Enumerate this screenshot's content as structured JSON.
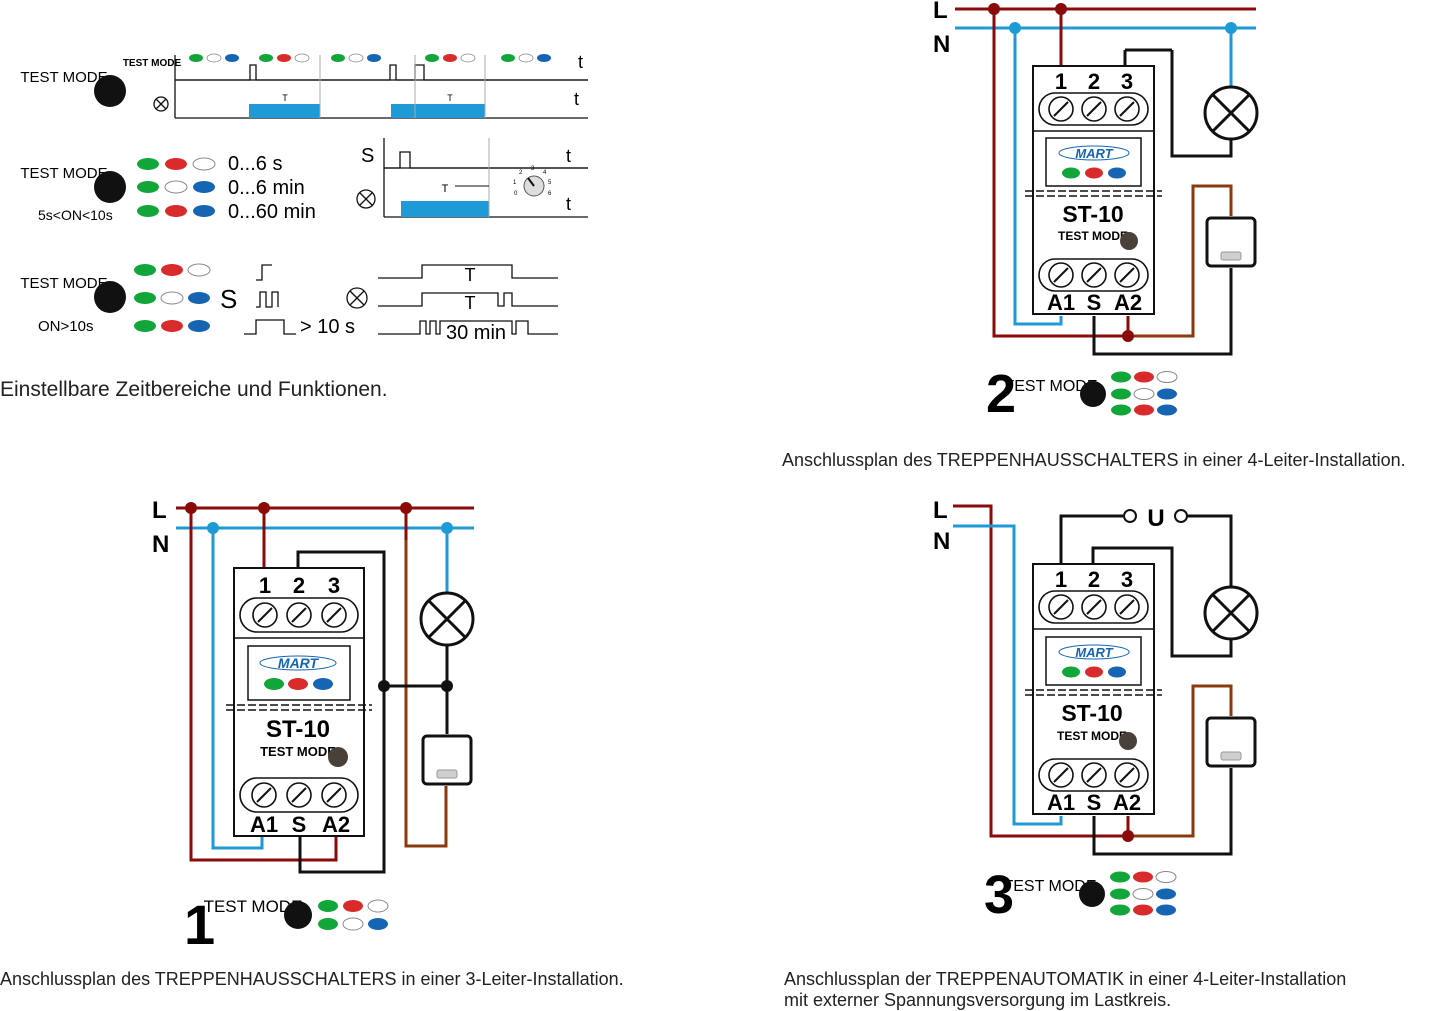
{
  "colors": {
    "L_wire": "#8b0a0a",
    "N_wire": "#1e9ad6",
    "ctrl_wire": "#111111",
    "switch_wire": "#8b3a0e",
    "led_green": "#12a63a",
    "led_red": "#d92b2b",
    "led_blue": "#1565b3",
    "timer_bar": "#1e9ad6"
  },
  "icons": [
    "lamp-icon",
    "push-button-icon",
    "test-mode-button-icon",
    "time-dial-icon"
  ],
  "timing": {
    "test_mode_label": "TEST MODE",
    "test_mode_small": "TEST MODE",
    "t_label": "t",
    "T_label": "T",
    "s_label": "S",
    "on_condition_1": "5s<ON<10s",
    "on_condition_2": "ON>10s",
    "ranges": [
      "0...6 s",
      "0...6 min",
      "0...60 min"
    ],
    "pulse_label": "> 10 s",
    "long_label": "30 min",
    "dial_ticks": [
      "0",
      "1",
      "2",
      "3",
      "4",
      "5",
      "6"
    ]
  },
  "module": {
    "brand": "MART",
    "model": "ST-10",
    "button_label": "TEST MODE",
    "top_terminals": [
      "1",
      "2",
      "3"
    ],
    "bottom_terminals": [
      "A1",
      "S",
      "A2"
    ]
  },
  "wires": {
    "L": "L",
    "N": "N",
    "U": "U"
  },
  "diagrams": [
    {
      "number": "1",
      "test_mode": "TEST MODE"
    },
    {
      "number": "2",
      "test_mode": "TEST MODE"
    },
    {
      "number": "3",
      "test_mode": "TEST MODE"
    }
  ],
  "captions": {
    "functions": "Einstellbare Zeitbereiche und Funktionen.",
    "diagram1": "Anschlussplan des TREPPENHAUSSCHALTERS  in einer 3-Leiter-Installation.",
    "diagram2": "Anschlussplan des TREPPENHAUSSCHALTERS  in einer 4-Leiter-Installation.",
    "diagram3_line1": "Anschlussplan der TREPPENAUTOMATIK in einer 4-Leiter-Installation",
    "diagram3_line2": "mit externer Spannungsversorgung im Lastkreis."
  }
}
